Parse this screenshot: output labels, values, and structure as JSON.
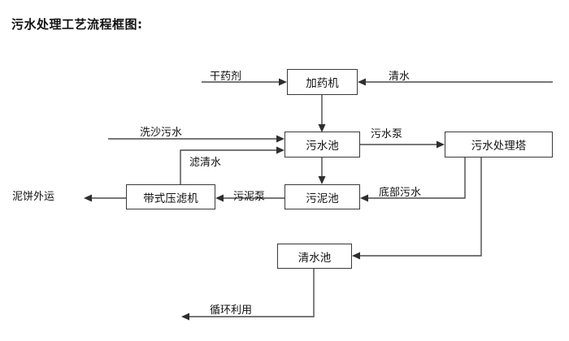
{
  "title": "污水处理工艺流程框图:",
  "diagram": {
    "type": "flowchart",
    "orientation": "left-to-right",
    "nodes": [
      {
        "id": "dosing-machine",
        "label": "加药机"
      },
      {
        "id": "sewage-pond",
        "label": "污水池"
      },
      {
        "id": "sewage-treatment-tower",
        "label": "污水处理塔"
      },
      {
        "id": "belt-filter-press",
        "label": "带式压滤机"
      },
      {
        "id": "sludge-pond",
        "label": "污泥池"
      },
      {
        "id": "clean-water-pond",
        "label": "清水池"
      }
    ],
    "edge_labels": [
      {
        "id": "dry-agent",
        "label": "干药剂"
      },
      {
        "id": "clean-water-in",
        "label": "清水"
      },
      {
        "id": "sand-washing-sewage",
        "label": "洗沙污水"
      },
      {
        "id": "filtered-clear-water",
        "label": "滤清水"
      },
      {
        "id": "sewage-pump",
        "label": "污水泵"
      },
      {
        "id": "sludge-pump",
        "label": "污泥泵"
      },
      {
        "id": "bottom-sewage",
        "label": "底部污水"
      },
      {
        "id": "mud-cake-out",
        "label": "泥饼外运"
      },
      {
        "id": "recycle-use",
        "label": "循环利用"
      }
    ],
    "flows": [
      {
        "from": "干药剂",
        "to": "加药机"
      },
      {
        "from": "清水",
        "to": "加药机"
      },
      {
        "from": "加药机",
        "to": "污水池"
      },
      {
        "from": "洗沙污水",
        "to": "污水池"
      },
      {
        "from": "滤清水",
        "to": "污水池"
      },
      {
        "from": "污水池",
        "to": "污水处理塔",
        "via": "污水泵"
      },
      {
        "from": "污水池",
        "to": "污泥池"
      },
      {
        "from": "污水处理塔",
        "to": "污泥池",
        "via": "底部污水"
      },
      {
        "from": "污水处理塔",
        "to": "清水池"
      },
      {
        "from": "污泥池",
        "to": "带式压滤机",
        "via": "污泥泵"
      },
      {
        "from": "带式压滤机",
        "to": "泥饼外运"
      },
      {
        "from": "带式压滤机",
        "to": "污水池",
        "via": "滤清水"
      },
      {
        "from": "清水池",
        "to": "循环利用"
      }
    ]
  }
}
